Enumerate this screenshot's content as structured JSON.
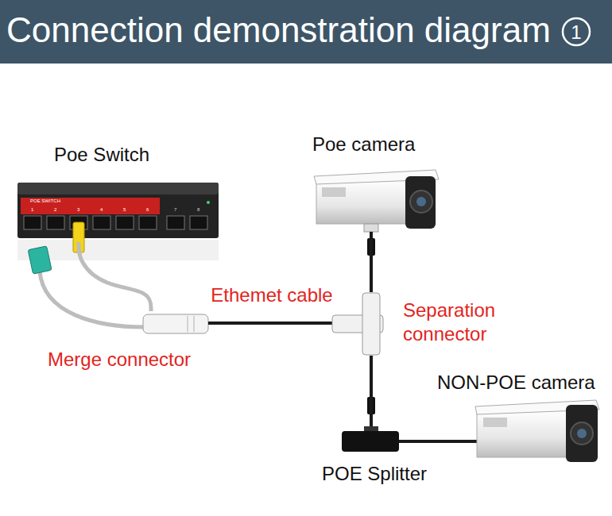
{
  "diagram": {
    "title": "Connection demonstration diagram",
    "nodes": [
      {
        "text": [
          "Poe Switch"
        ]
      },
      {
        "text": [
          "Merge connector"
        ]
      },
      {
        "text": [
          "Separation connector"
        ]
      },
      {
        "text": [
          "Poe camera"
        ]
      },
      {
        "text": [
          "POE Splitter"
        ]
      },
      {
        "text": [
          "NON-POE camera"
        ]
      }
    ],
    "edges": [
      {
        "from": 0,
        "to": 1,
        "arrow": "none"
      },
      {
        "from": 1,
        "to": 2,
        "label": "Ethemet cable",
        "arrow": "none"
      },
      {
        "from": 2,
        "to": 3,
        "arrow": "none"
      },
      {
        "from": 2,
        "to": 4,
        "arrow": "none"
      },
      {
        "from": 4,
        "to": 5,
        "arrow": "none"
      }
    ],
    "labels": [
      "1",
      "POE SWITCH",
      "1",
      "2",
      "3",
      "4",
      "5",
      "6",
      "7",
      "8"
    ]
  }
}
